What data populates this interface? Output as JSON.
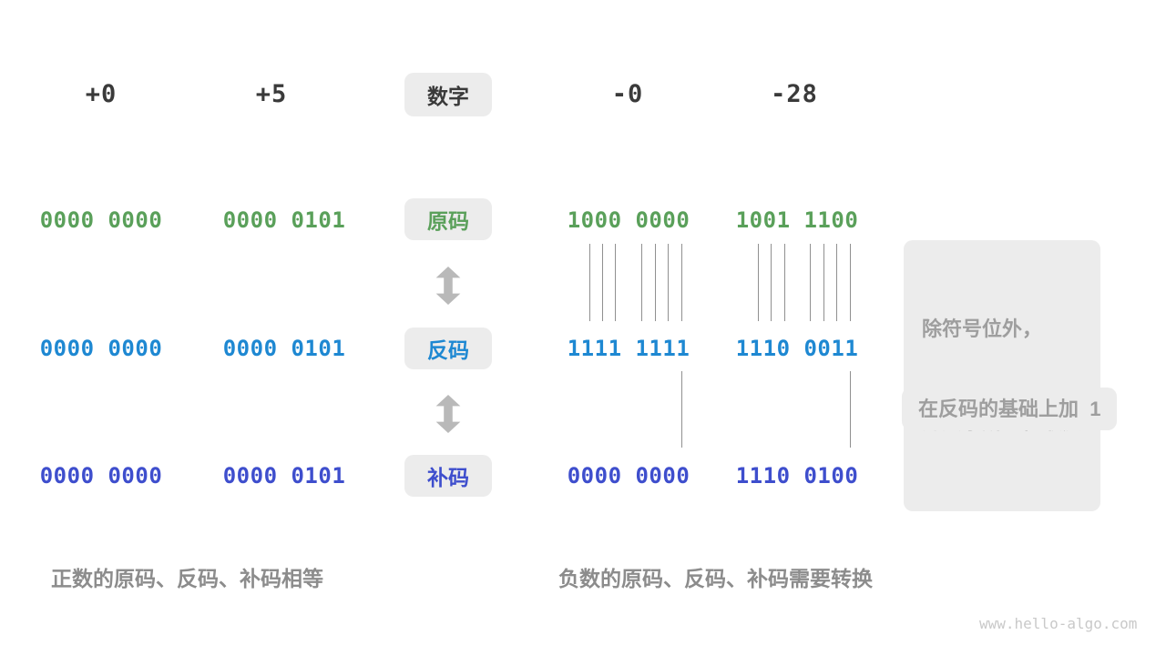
{
  "header": {
    "pos1": "+0",
    "pos2": "+5",
    "label": "数字",
    "neg1": "-0",
    "neg2": "-28"
  },
  "rows": [
    {
      "label": "原码",
      "values": [
        "0000 0000",
        "0000 0101",
        "1000 0000",
        "1001 1100"
      ]
    },
    {
      "label": "反码",
      "values": [
        "0000 0000",
        "0000 0101",
        "1111 1111",
        "1110 0011"
      ]
    },
    {
      "label": "补码",
      "values": [
        "0000 0000",
        "0000 0101",
        "0000 0000",
        "1110 0100"
      ]
    }
  ],
  "notes": {
    "flip_line1": "除符号位外，",
    "flip_line2": "对其余所有位取反",
    "add_one": "在反码的基础上加  1"
  },
  "captions": {
    "positive": "正数的原码、反码、补码相等",
    "negative": "负数的原码、反码、补码需要转换"
  },
  "watermark": "www.hello-algo.com",
  "colors": {
    "sign_magnitude_green": "#5aa05a",
    "ones_complement_blue": "#1e88d2",
    "twos_complement_indigo": "#3e4ecd",
    "header_text": "#3a3a3a",
    "label_box_bg": "#ececec",
    "note_text": "#9e9e9e",
    "caption_text": "#8c8c8c",
    "arrow_gray": "#b9b9b9",
    "tick_line": "#909090",
    "watermark_text": "#c9c9c9"
  }
}
